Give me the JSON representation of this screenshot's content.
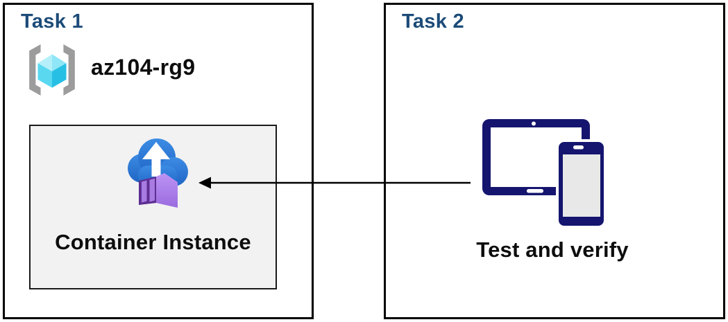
{
  "task1": {
    "title": "Task 1",
    "resource_group": {
      "name": "az104-rg9",
      "icon": "resource-group"
    },
    "container_instance": {
      "label": "Container Instance",
      "icon": "container-instances"
    }
  },
  "task2": {
    "title": "Task 2",
    "devices_icon": "tablet-and-phone",
    "label": "Test and verify"
  },
  "connector": {
    "type": "arrow",
    "from": "task2-devices",
    "to": "task1-container-instance",
    "direction": "left"
  },
  "colors": {
    "heading_blue": "#1C4B78",
    "box_border": "#000000",
    "panel_bg": "#F2F2F2",
    "text_black": "#0d0d0d",
    "arrow_black": "#000000",
    "bracket_gray": "#9C9C9C",
    "cube_top_left": "#B5F0FA",
    "cube_top_right": "#8FE6F6",
    "cube_left": "#59D8F0",
    "cube_right": "#27C0E4",
    "cloud_blue_top": "#3C8CE4",
    "cloud_blue_bottom": "#2065C5",
    "container_front": "#5E2F93",
    "container_panel": "#A87BE2",
    "container_side_top": "#BD93F4",
    "container_side_bottom": "#9A6BDF",
    "device_navy": "#15156F",
    "device_screen_gray": "#E8E8E8",
    "white": "#FFFFFF"
  }
}
